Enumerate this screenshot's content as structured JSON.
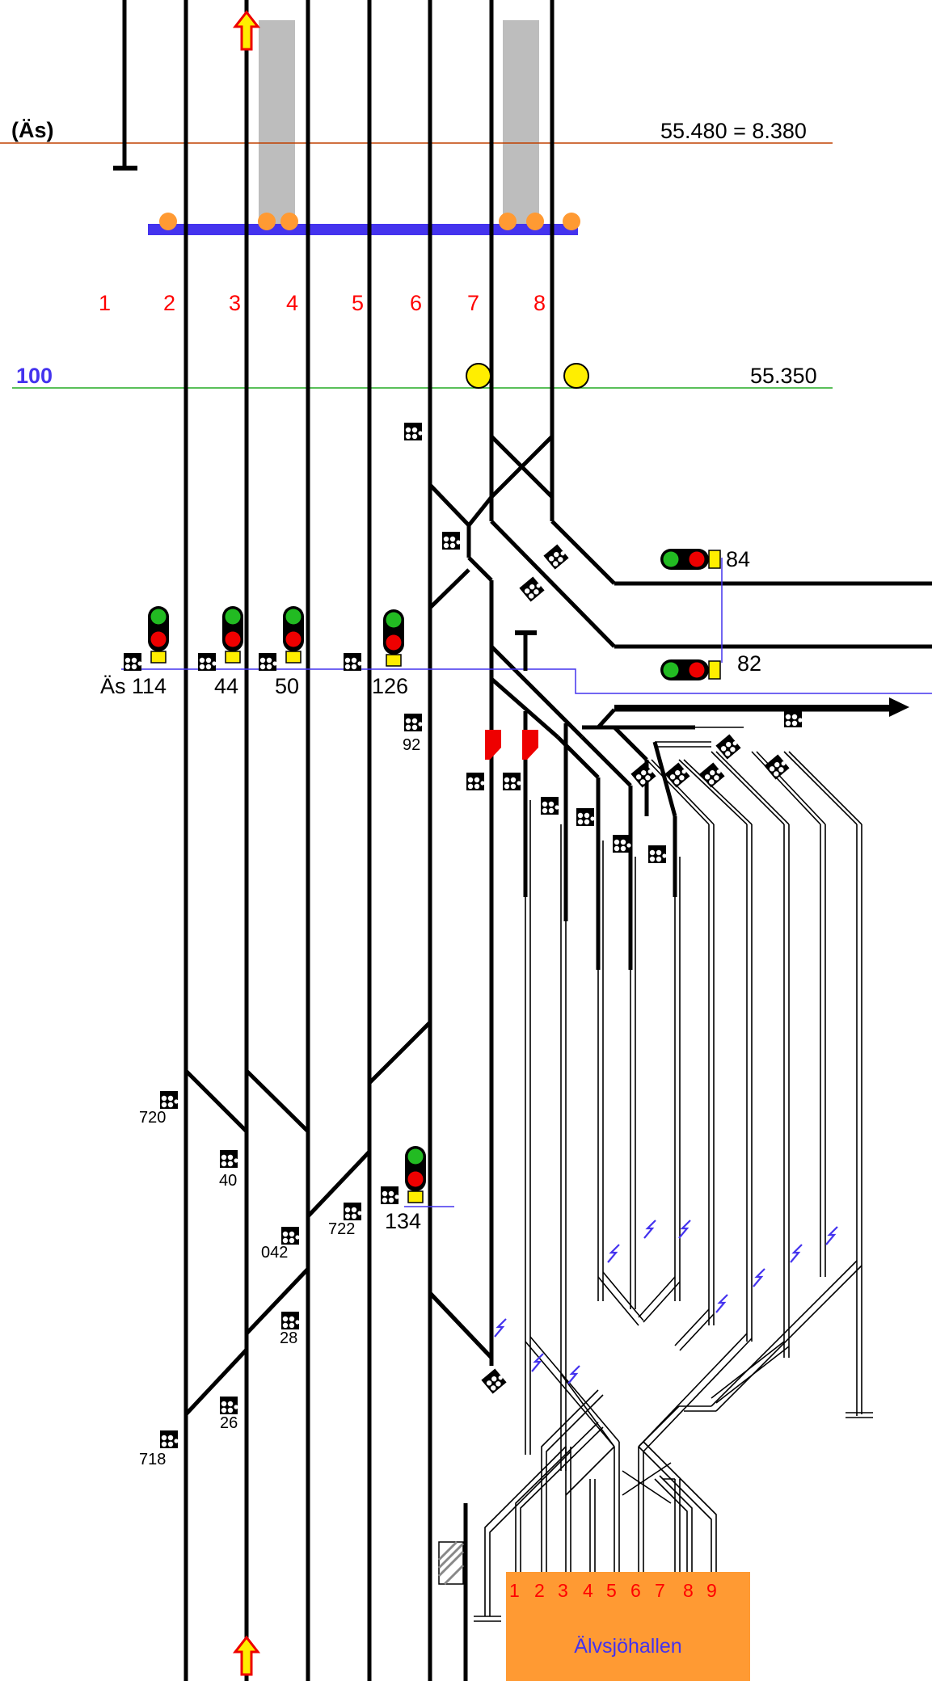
{
  "header": {
    "station_code": "(Äs)",
    "km_top": "55.480 = 8.380",
    "section_no": "100",
    "km_mid": "55.350"
  },
  "tracks": [
    "1",
    "2",
    "3",
    "4",
    "5",
    "6",
    "7",
    "8"
  ],
  "signals": {
    "s114": "Äs 114",
    "s44": "44",
    "s50": "50",
    "s126": "126",
    "s84": "84",
    "s82": "82",
    "s134": "134"
  },
  "shunting_signals": [
    "92",
    "720",
    "40",
    "042",
    "722",
    "28",
    "26",
    "718"
  ],
  "hall": {
    "name": "Älvsjöhallen",
    "tracks": [
      "1",
      "2",
      "3",
      "4",
      "5",
      "6",
      "7",
      "8",
      "9"
    ]
  },
  "colors": {
    "track": "#000000",
    "platform": "#bdbdbd",
    "bar": "#4433ee",
    "track_number": "#ff0000",
    "hall_fill": "#ff9a33",
    "hall_text": "#4433ee",
    "km_line_top": "#c04000",
    "km_line_mid": "#22aa22",
    "lightning": "#4433ee"
  }
}
